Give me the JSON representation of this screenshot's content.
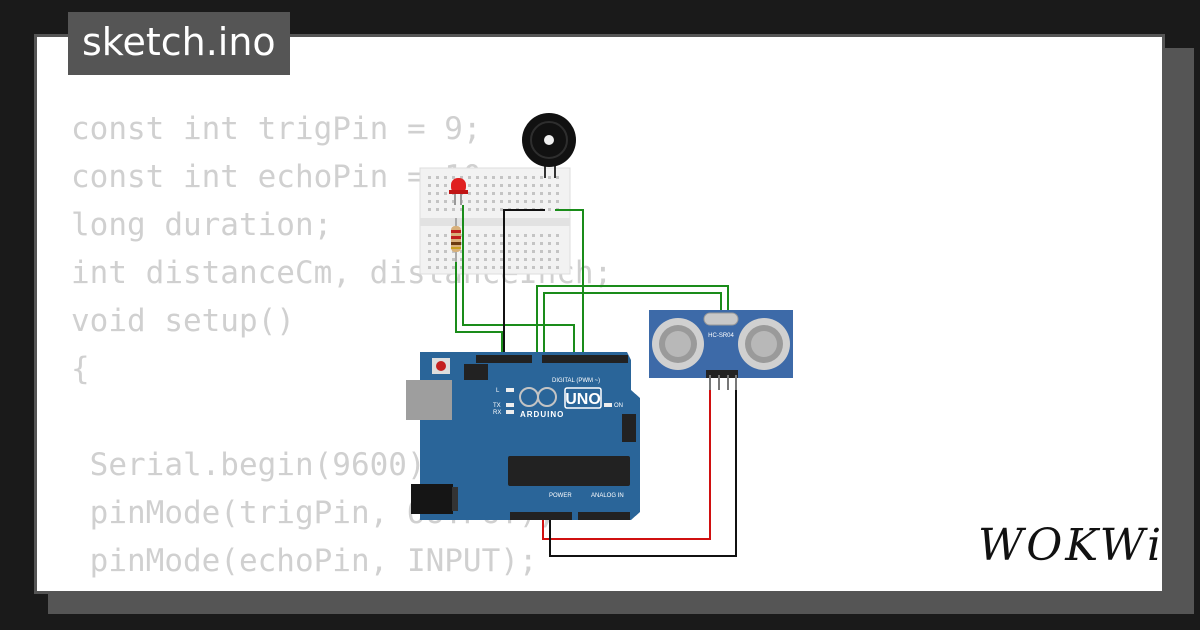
{
  "tab": {
    "filename": "sketch.ino"
  },
  "code": {
    "lines": [
      "const int trigPin = 9;",
      "const int echoPin = 10;",
      "long duration;",
      "int distanceCm, distanceInch;",
      "void setup()",
      "{",
      "",
      " Serial.begin(9600);",
      " pinMode(trigPin, OUTPUT);",
      " pinMode(echoPin, INPUT);"
    ]
  },
  "arduino": {
    "brand": "ARDUINO",
    "model": "UNO",
    "digital_label": "DIGITAL (PWM ~)",
    "power_label": "POWER",
    "analog_label": "ANALOG IN",
    "on_label": "ON",
    "tx_label": "TX",
    "rx_label": "RX",
    "l_label": "L"
  },
  "sensor": {
    "model": "HC-SR04"
  },
  "logo": {
    "text": "WOKWi"
  },
  "colors": {
    "board": "#2a6599",
    "sensor": "#3d6aa8",
    "wire_green": "#1a8c1a",
    "wire_black": "#111111",
    "wire_red": "#d01010",
    "led": "#e02020"
  }
}
